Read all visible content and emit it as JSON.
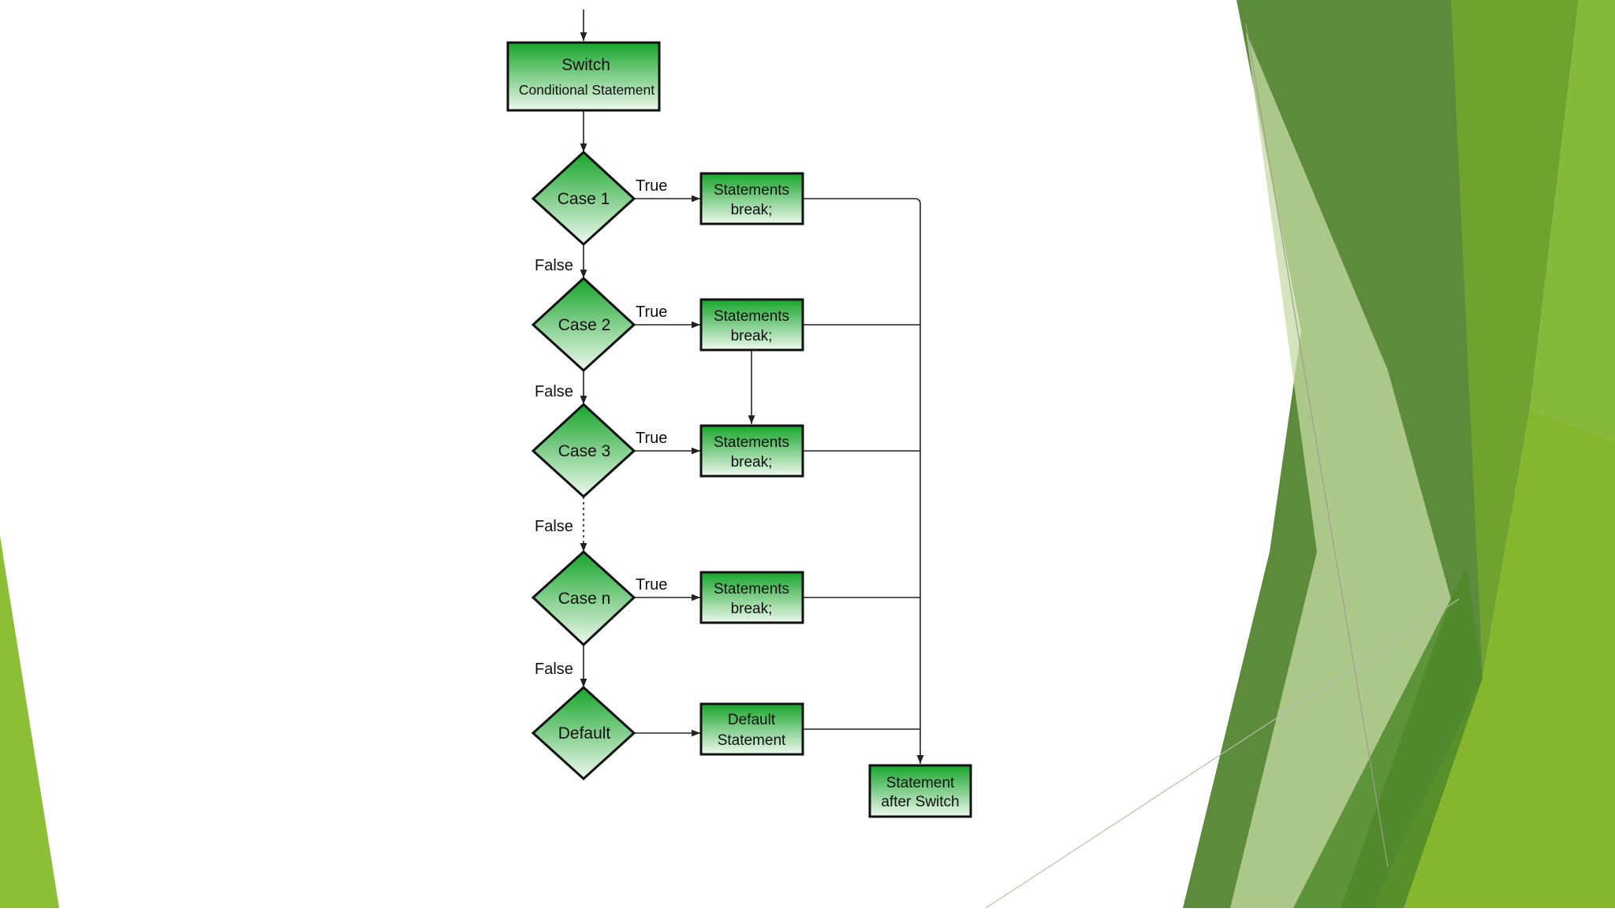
{
  "slide": {
    "accent_colors": {
      "dark_green": "#5a8a3c",
      "mid_green": "#6ea832",
      "light_green": "#8cbf35",
      "pale_green": "#c9dca8"
    }
  },
  "flowchart": {
    "start": {
      "title": "Switch",
      "subtitle": "Conditional Statement"
    },
    "cases": [
      {
        "label": "Case 1",
        "true_label": "True",
        "false_label": "False",
        "action_line1": "Statements",
        "action_line2": "break;"
      },
      {
        "label": "Case 2",
        "true_label": "True",
        "false_label": "False",
        "action_line1": "Statements",
        "action_line2": "break;"
      },
      {
        "label": "Case 3",
        "true_label": "True",
        "false_label": "False",
        "action_line1": "Statements",
        "action_line2": "break;"
      },
      {
        "label": "Case n",
        "true_label": "True",
        "false_label": "False",
        "action_line1": "Statements",
        "action_line2": "break;"
      }
    ],
    "default": {
      "label": "Default",
      "action_line1": "Default",
      "action_line2": "Statement"
    },
    "end": {
      "line1": "Statement",
      "line2": "after Switch"
    },
    "colors": {
      "node_top": "#16a52a",
      "node_bottom": "#e8f5e8",
      "stroke": "#111111",
      "edge": "#222222"
    }
  }
}
